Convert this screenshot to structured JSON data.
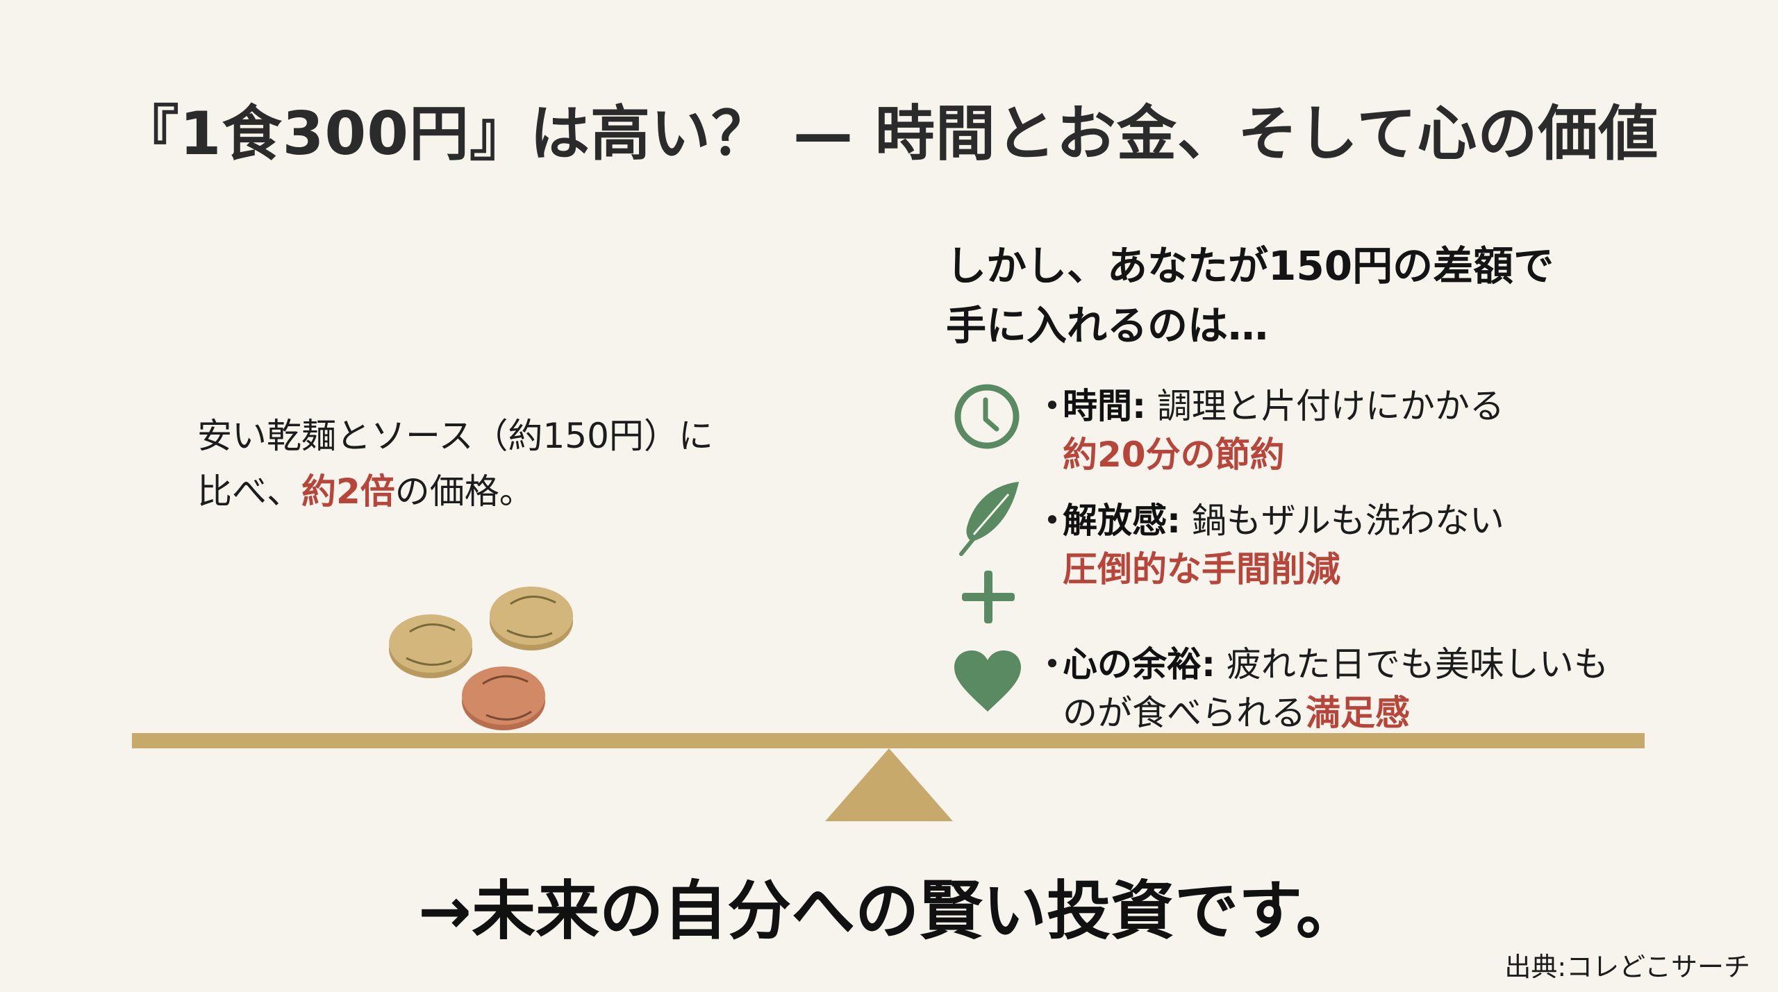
{
  "title": "『1食300円』は高い？ — 時間とお金、そして心の価値",
  "left": {
    "line1": "安い乾麺とソース（約150円）に",
    "line2_pre": "比べ、",
    "line2_highlight": "約2倍",
    "line2_post": "の価格。"
  },
  "right": {
    "heading_line1": "しかし、あなたが150円の差額で",
    "heading_line2": "手に入れるのは…",
    "items": [
      {
        "icon": "clock-icon",
        "bullet": "・",
        "label": "時間:",
        "text": " 調理と片付けにかかる",
        "line2_text": "",
        "line2_highlight": "約20分の節約"
      },
      {
        "icon": "feather-icon",
        "bullet": "・",
        "label": "解放感:",
        "text": " 鍋もザルも洗わない",
        "line2_text": "",
        "line2_highlight": "圧倒的な手間削減"
      },
      {
        "icon": "heart-icon",
        "bullet": "・",
        "label": "心の余裕:",
        "text": " 疲れた日でも美味しいも",
        "line2_text": "のが食べられる",
        "line2_highlight": "満足感"
      }
    ],
    "plus_icon": "plus-icon"
  },
  "colors": {
    "background": "#f7f4ee",
    "accent_red": "#b8453a",
    "icon_green": "#5a8a62",
    "scale_gold": "#c8a96c",
    "coin_gold": "#d2b67c",
    "coin_copper": "#d28a66"
  },
  "conclusion": "→未来の自分への賢い投資です。",
  "source": "出典:コレどこサーチ"
}
